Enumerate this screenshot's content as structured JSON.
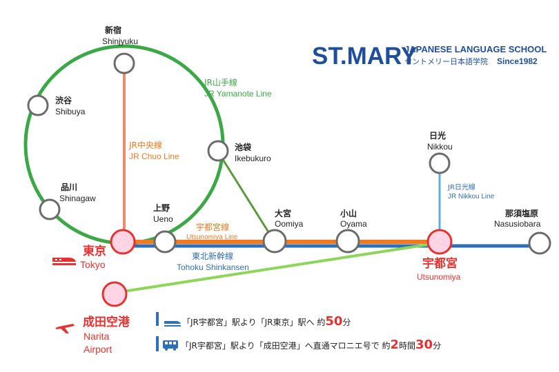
{
  "brand": {
    "name": "ST.MARY",
    "school_en": "JAPANESE LANGUAGE SCHOOL",
    "school_jp": "セントメリー日本語学院",
    "since": "Since1982",
    "color": "#1f4e9c"
  },
  "colors": {
    "yamanote": "#3aa845",
    "chuo": "#f08a6a",
    "utsunomiya": "#f07a1c",
    "shinkansen": "#2f6fb8",
    "nikkou": "#5ab0e0",
    "narita": "#8cd65a",
    "major_station_fill": "#ffd4e4",
    "major_station_stroke": "#e8312e",
    "minor_station_stroke": "#6b6b6b",
    "accent_red": "#e8312e"
  },
  "stations": {
    "shinjuku": {
      "jp": "新宿",
      "en": "Shinjyuku"
    },
    "shibuya": {
      "jp": "渋谷",
      "en": "Shibuya"
    },
    "shinagawa": {
      "jp": "品川",
      "en": "Shinagaw"
    },
    "ikebukuro": {
      "jp": "池袋",
      "en": "Ikebukuro"
    },
    "ueno": {
      "jp": "上野",
      "en": "Ueno"
    },
    "oomiya": {
      "jp": "大宮",
      "en": "Oomiya"
    },
    "oyama": {
      "jp": "小山",
      "en": "Oyama"
    },
    "nikkou": {
      "jp": "日光",
      "en": "Nikkou"
    },
    "nasushiobara": {
      "jp": "那須塩原",
      "en": "Nasusiobara"
    },
    "tokyo": {
      "jp": "東京",
      "en": "Tokyo"
    },
    "utsunomiya": {
      "jp": "宇都宮",
      "en": "Utsunomiya"
    },
    "narita": {
      "jp": "成田空港",
      "en1": "Narita",
      "en2": "Airport"
    }
  },
  "lines": {
    "yamanote": {
      "jp": "JR山手線",
      "en": "JR Yamanote Line"
    },
    "chuo": {
      "jp": "JR中央線",
      "en": "JR Chuo Line"
    },
    "utsunomiya": {
      "jp": "宇都宮線",
      "en": "Utsunomiya Line"
    },
    "shinkansen": {
      "jp": "東北新幹線",
      "en": "Tohoku Shinkansen"
    },
    "nikkou": {
      "jp": "JR日光線",
      "en": "JR Nikkou Line"
    }
  },
  "notes": {
    "train": {
      "pre": "「JR宇都宮」駅より「JR東京」駅へ 約",
      "num1": "50",
      "post": "分"
    },
    "bus": {
      "pre": "「JR宇都宮」駅より「成田空港」へ直通マロニエ号で 約",
      "num1": "2",
      "mid": "時間",
      "num2": "30",
      "post": "分"
    }
  }
}
